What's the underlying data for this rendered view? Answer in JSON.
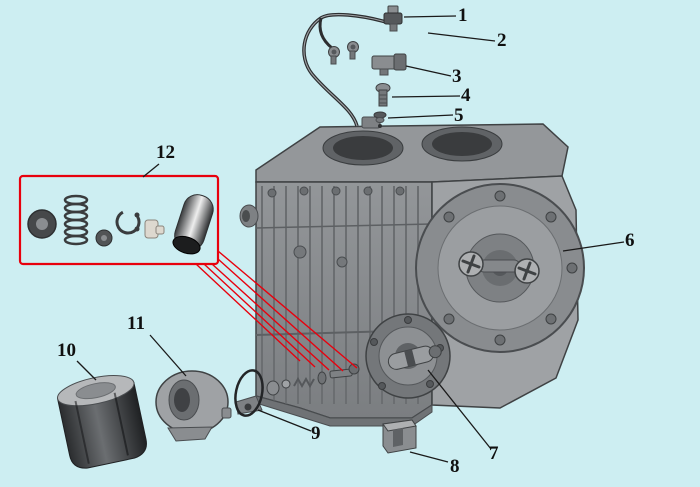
{
  "diagram": {
    "type": "exploded-parts-diagram",
    "background_color": "#cdeef2",
    "highlight_color": "#e8000d",
    "callouts": [
      "1",
      "2",
      "3",
      "4",
      "5",
      "6",
      "7",
      "8",
      "9",
      "10",
      "11",
      "12"
    ]
  }
}
